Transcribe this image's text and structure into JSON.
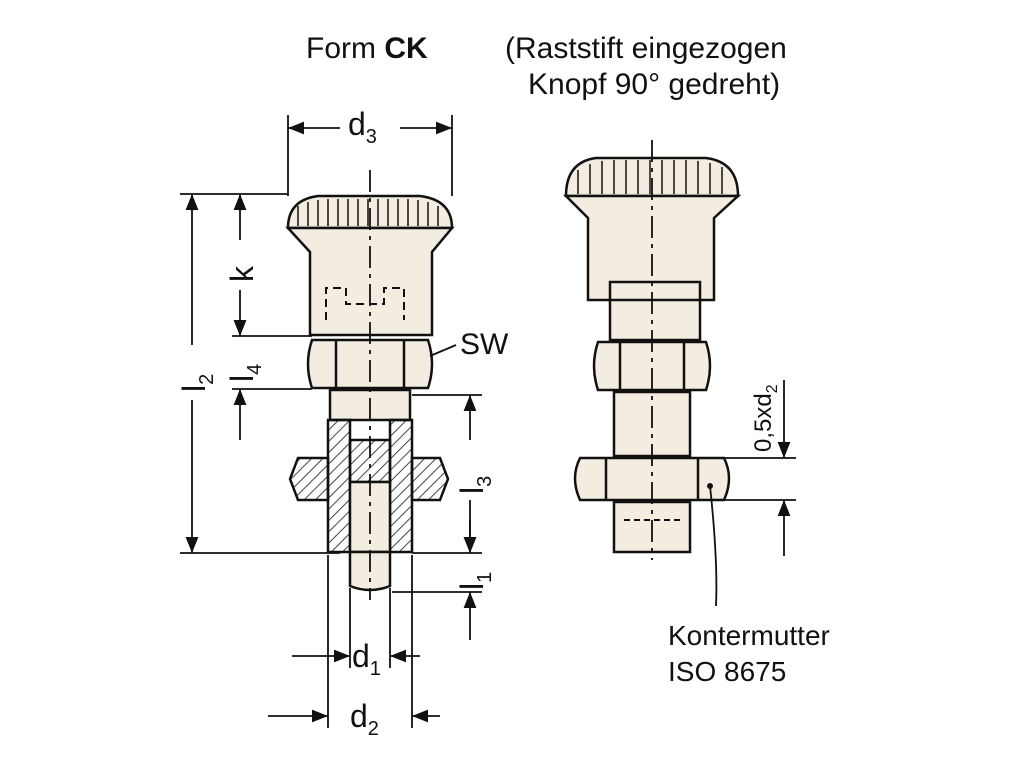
{
  "header": {
    "form_prefix": "Form",
    "form_code": "CK",
    "caption_line1": "(Raststift eingezogen",
    "caption_line2": "Knopf 90° gedreht)"
  },
  "dimensions": {
    "d3": {
      "base": "d",
      "sub": "3"
    },
    "d1": {
      "base": "d",
      "sub": "1"
    },
    "d2": {
      "base": "d",
      "sub": "2"
    },
    "l1": {
      "base": "l",
      "sub": "1"
    },
    "l2": {
      "base": "l",
      "sub": "2"
    },
    "l3": {
      "base": "l",
      "sub": "3"
    },
    "l4": {
      "base": "l",
      "sub": "4"
    },
    "k": "k",
    "sw": "SW",
    "half_d2": {
      "base": "0,5xd",
      "sub": "2"
    }
  },
  "callout": {
    "line1": "Kontermutter",
    "line2": "ISO 8675"
  },
  "colors": {
    "line": "#111111",
    "part_fill": "#f2ede0",
    "hatch": "#444444"
  }
}
